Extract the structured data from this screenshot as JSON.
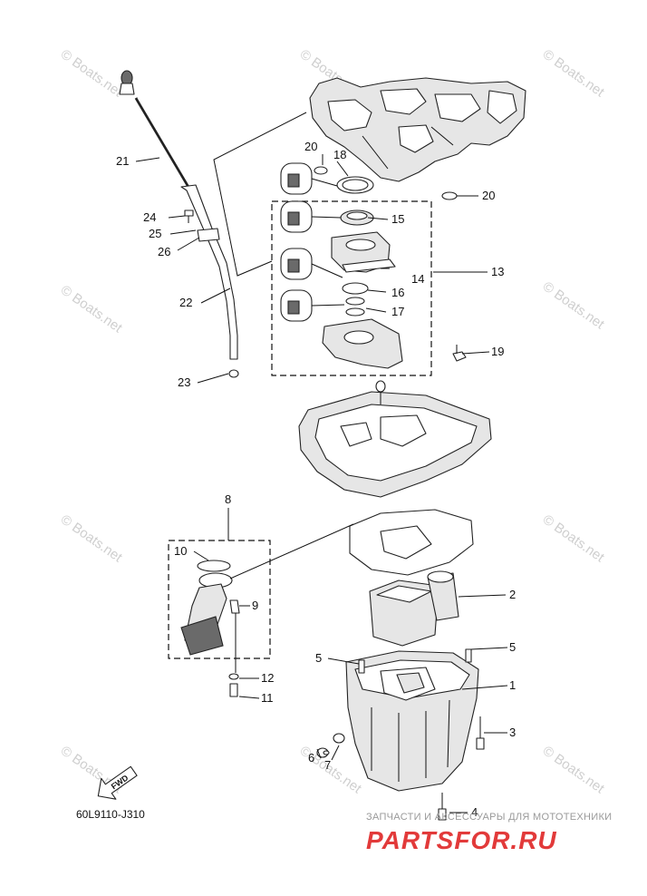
{
  "diagram_code": "60L9110-J310",
  "fwd_label": "FWD",
  "watermark_text": "© Boats.net",
  "callouts": [
    "1",
    "2",
    "3",
    "4",
    "5",
    "5",
    "6",
    "7",
    "8",
    "9",
    "10",
    "11",
    "12",
    "13",
    "14",
    "15",
    "16",
    "17",
    "18",
    "19",
    "20",
    "20",
    "21",
    "22",
    "23",
    "24",
    "25",
    "26"
  ],
  "brand": {
    "subtitle": "ЗАПЧАСТИ И АКСЕССУАРЫ ДЛЯ МОТОТЕХНИКИ",
    "name": "PARTSFOR.RU",
    "color": "#e23a3a"
  }
}
